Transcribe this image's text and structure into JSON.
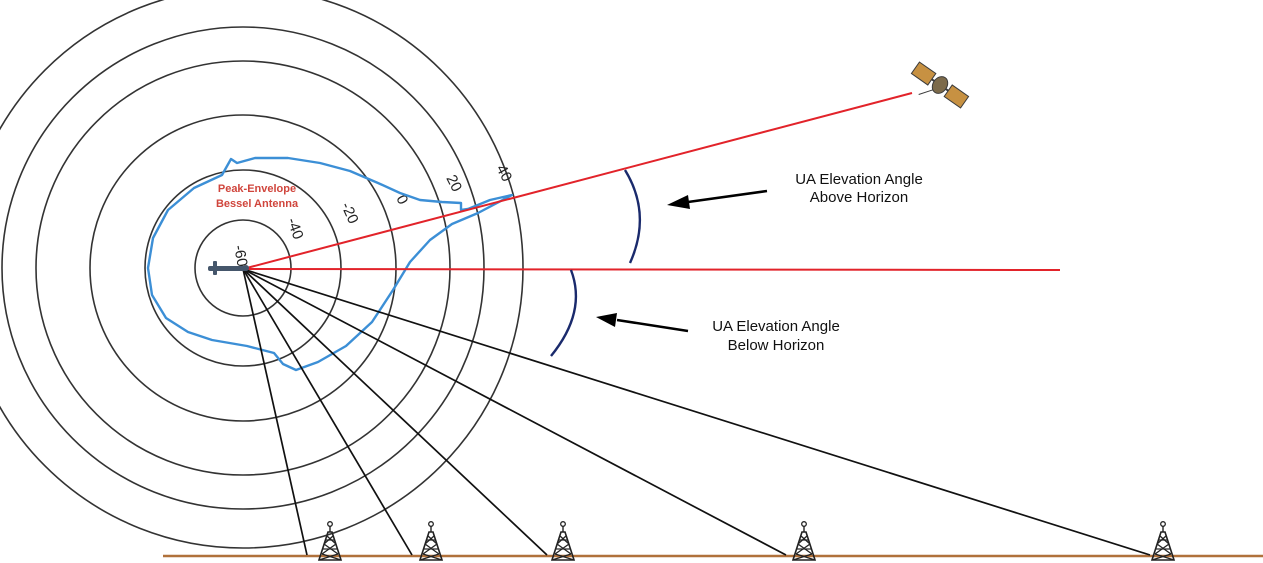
{
  "contours": {
    "labels": [
      "-60",
      "-40",
      "-20",
      "0",
      "20",
      "40"
    ]
  },
  "antenna": {
    "label_line1": "Peak-Envelope",
    "label_line2": "Bessel Antenna"
  },
  "callouts": {
    "above": {
      "line1": "UA Elevation Angle",
      "line2": "Above Horizon"
    },
    "below": {
      "line1": "UA Elevation Angle",
      "line2": "Below Horizon"
    }
  },
  "colors": {
    "contour": "#333333",
    "pattern": "#3c8fd6",
    "ray": "#e2232a",
    "ground": "#b0713b",
    "angle_arc": "#1a2a6c",
    "antenna_label": "#d0453c"
  },
  "icons": {
    "satellite": "satellite-icon",
    "tower": "transmission-tower-icon",
    "uav": "aircraft-icon"
  }
}
